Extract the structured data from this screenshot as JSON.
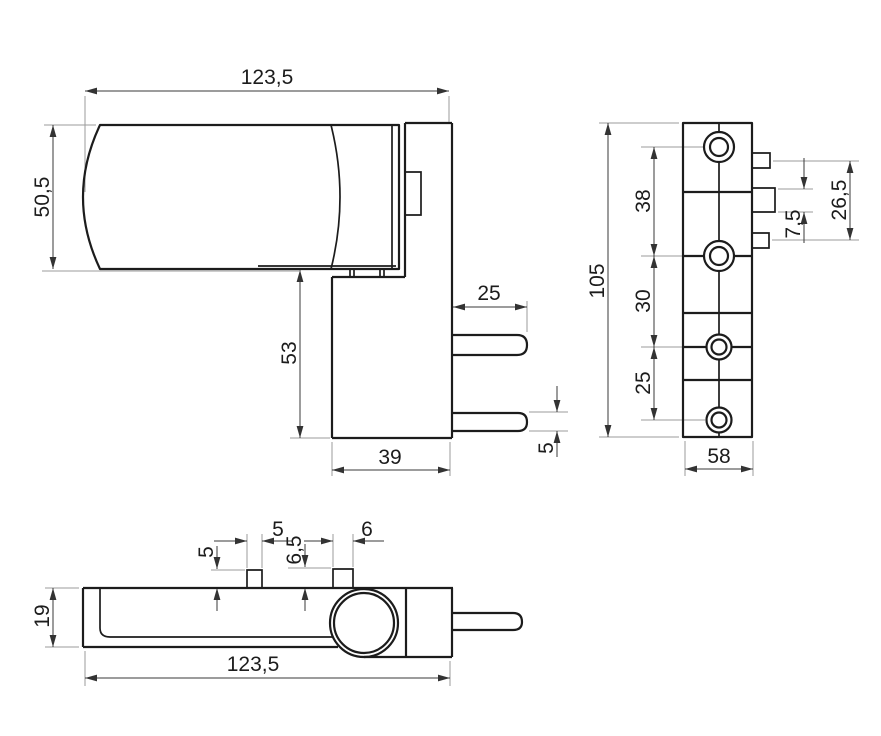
{
  "side_view": {
    "dims": {
      "overall_width": "123,5",
      "cap_height": "50,5",
      "lower_body_height": "53",
      "pin_length": "25",
      "lower_body_width": "39",
      "pin_thickness": "5"
    }
  },
  "front_view": {
    "dims": {
      "overall_height": "105",
      "hole_pitch_top": "38",
      "hole_pitch_middle": "30",
      "hole_pitch_bottom": "25",
      "lug_height": "7,5",
      "lug_span": "26,5",
      "overall_width": "58"
    }
  },
  "bottom_view": {
    "dims": {
      "tab_a_width": "5",
      "tab_a_height": "5",
      "tab_b_height": "6,5",
      "tab_b_width": "6",
      "profile_height": "19",
      "overall_length": "123,5"
    }
  },
  "colors": {
    "outline": "#1c1c1c",
    "dimension": "#3a3a3a",
    "extension": "#9b9b9b",
    "background": "#ffffff"
  }
}
